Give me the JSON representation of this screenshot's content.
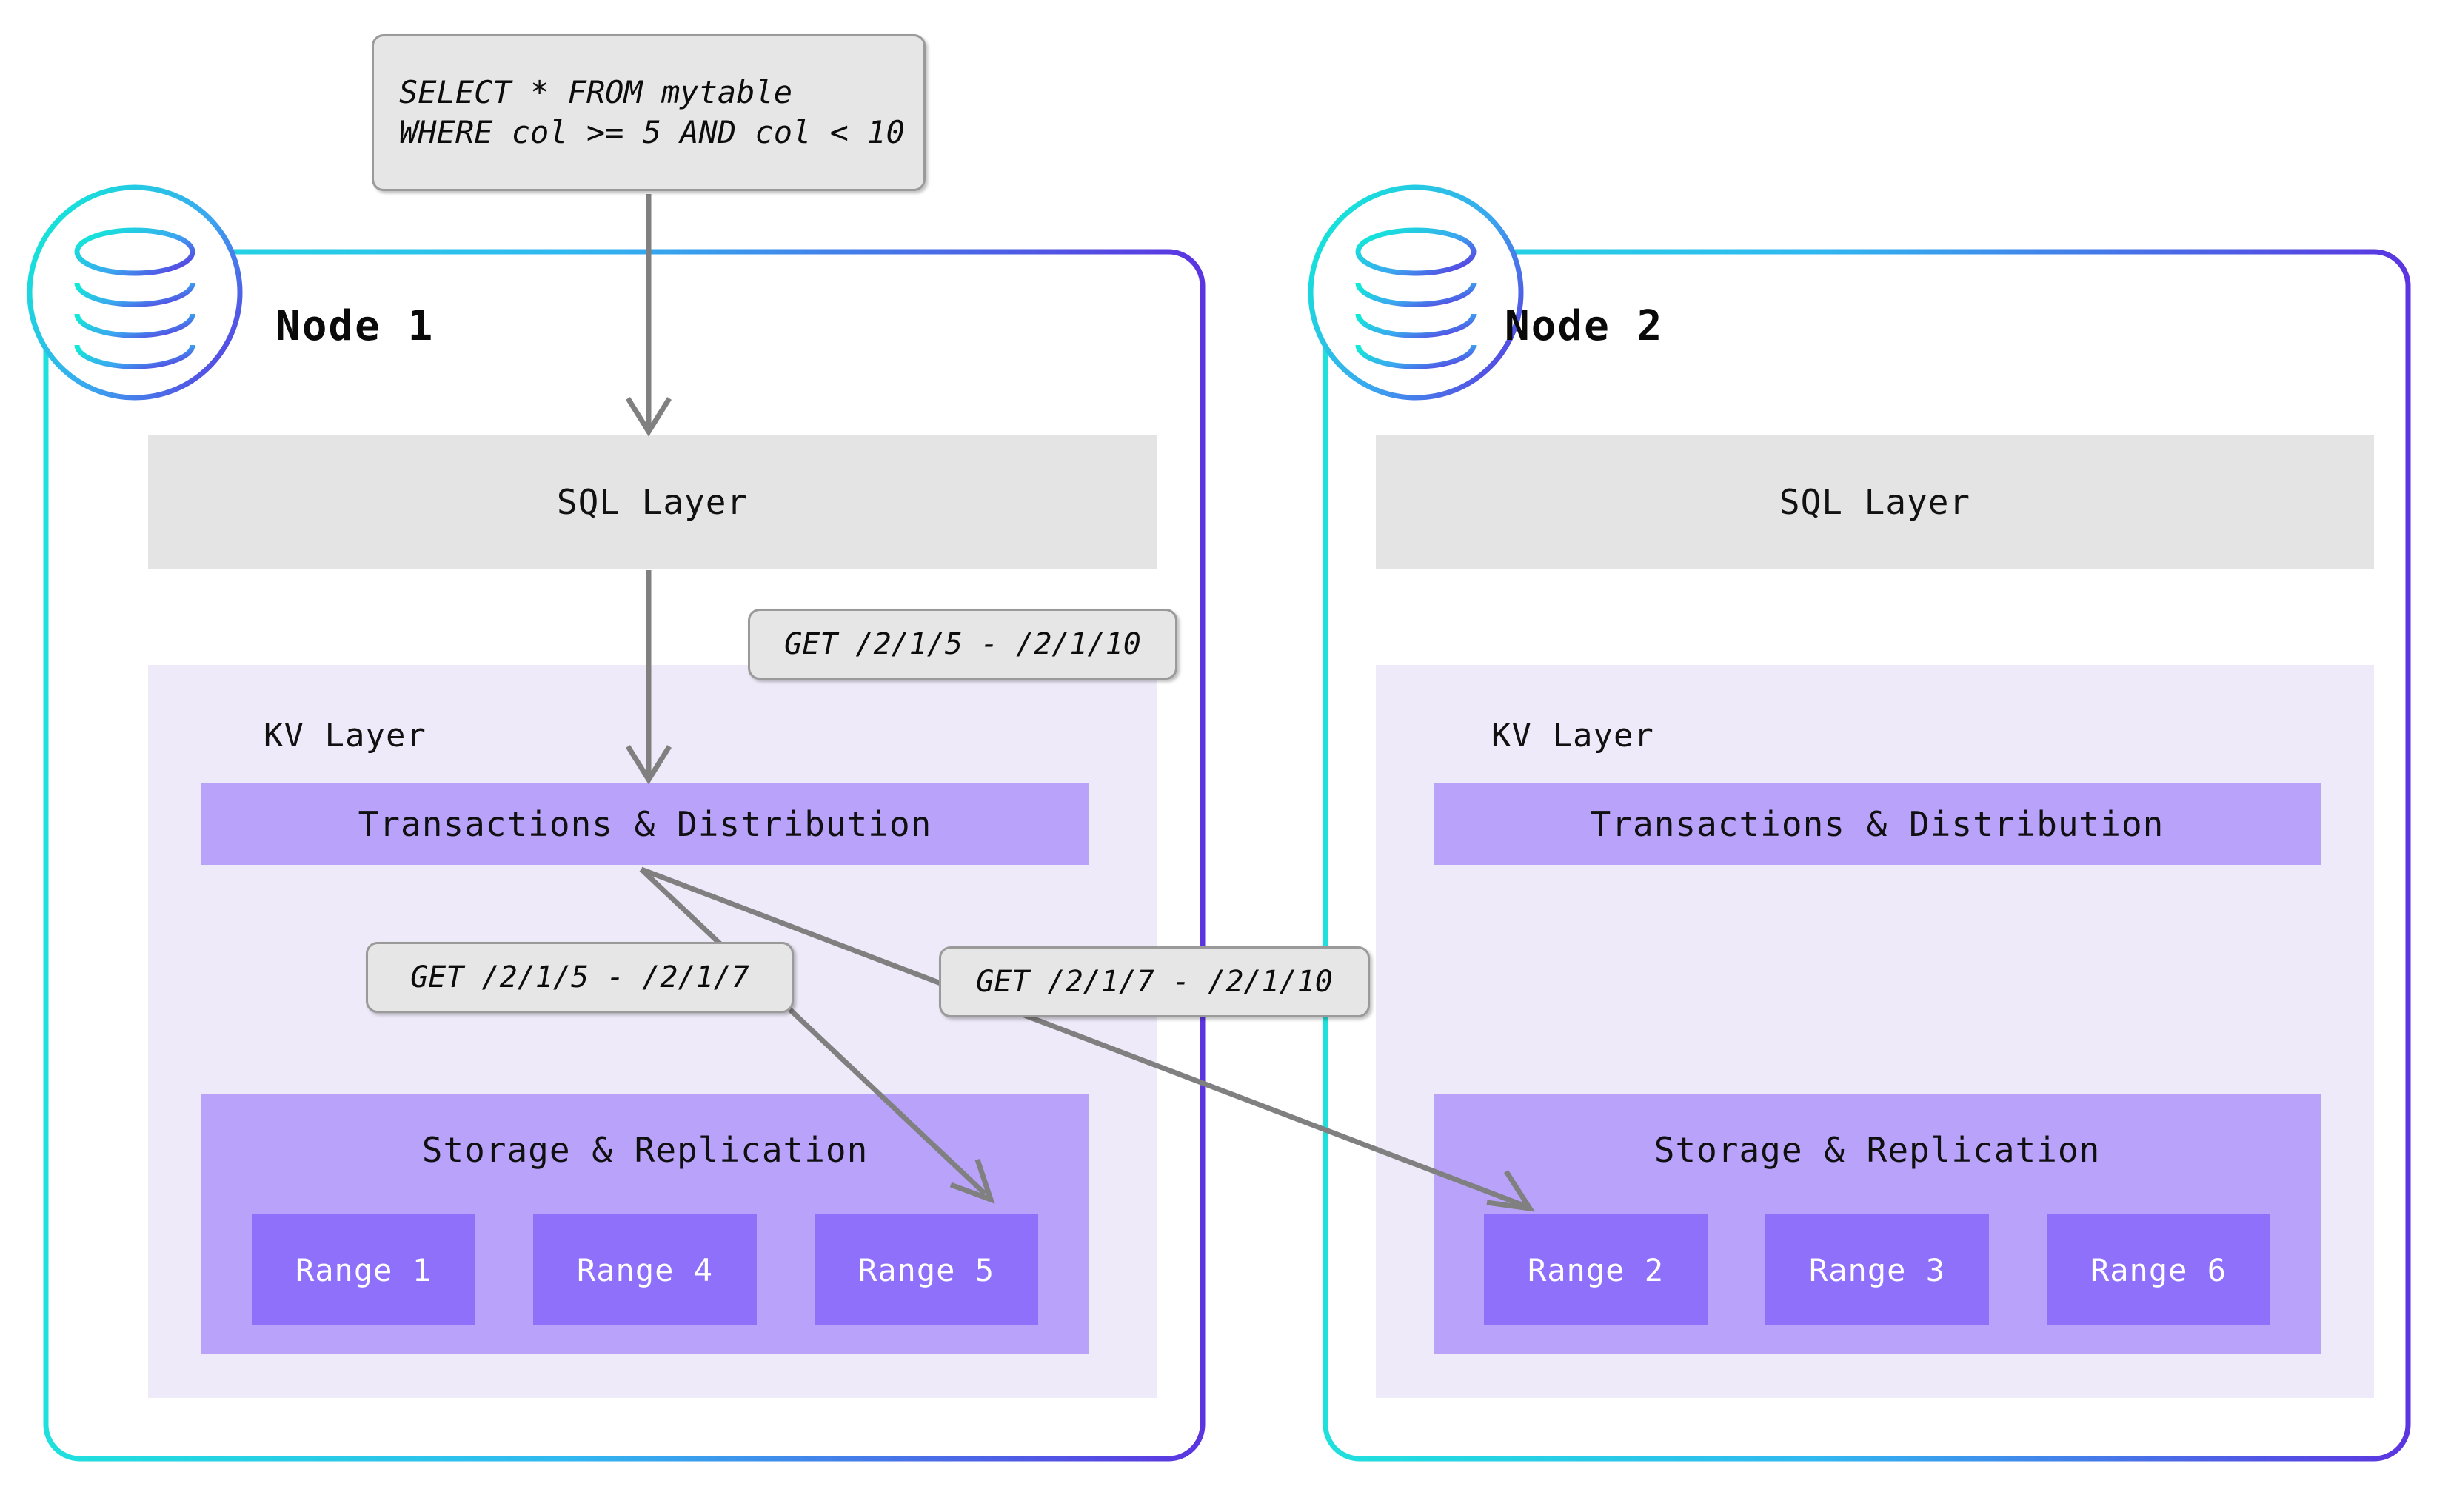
{
  "diagram": {
    "title": "CockroachDB distributed query execution across two nodes",
    "colors": {
      "node_border_start": "#1fe0dc",
      "node_border_end": "#5b35e0",
      "sql_layer_bg": "#e4e4e4",
      "kv_layer_bg": "#eeeaf9",
      "component_bg": "#b9a3fa",
      "range_bg": "#8f70fb",
      "callout_bg": "#e6e6e6",
      "callout_border": "#9a9a9a",
      "arrow": "#808080",
      "text": "#101010",
      "range_text": "#ffffff",
      "page_bg": "#ffffff"
    }
  },
  "query": {
    "lines": [
      "SELECT * FROM mytable",
      "WHERE col >= 5 AND col < 10"
    ]
  },
  "nodes": [
    {
      "id": "node-1",
      "title": "Node 1",
      "icon": "database-icon",
      "sql_layer": {
        "label": "SQL Layer"
      },
      "kv_layer": {
        "label": "KV Layer",
        "transactions": {
          "label": "Transactions & Distribution"
        },
        "storage": {
          "label": "Storage & Replication",
          "ranges": [
            {
              "label": "Range 1"
            },
            {
              "label": "Range 4"
            },
            {
              "label": "Range 5"
            }
          ]
        }
      }
    },
    {
      "id": "node-2",
      "title": "Node 2",
      "icon": "database-icon",
      "sql_layer": {
        "label": "SQL Layer"
      },
      "kv_layer": {
        "label": "KV Layer",
        "transactions": {
          "label": "Transactions & Distribution"
        },
        "storage": {
          "label": "Storage & Replication",
          "ranges": [
            {
              "label": "Range 2"
            },
            {
              "label": "Range 3"
            },
            {
              "label": "Range 6"
            }
          ]
        }
      }
    }
  ],
  "callouts": [
    {
      "id": "get-full-range",
      "text": "GET /2/1/5 - /2/1/10"
    },
    {
      "id": "get-lower-range",
      "text": "GET /2/1/5 - /2/1/7"
    },
    {
      "id": "get-upper-range",
      "text": "GET /2/1/7 - /2/1/10"
    }
  ]
}
